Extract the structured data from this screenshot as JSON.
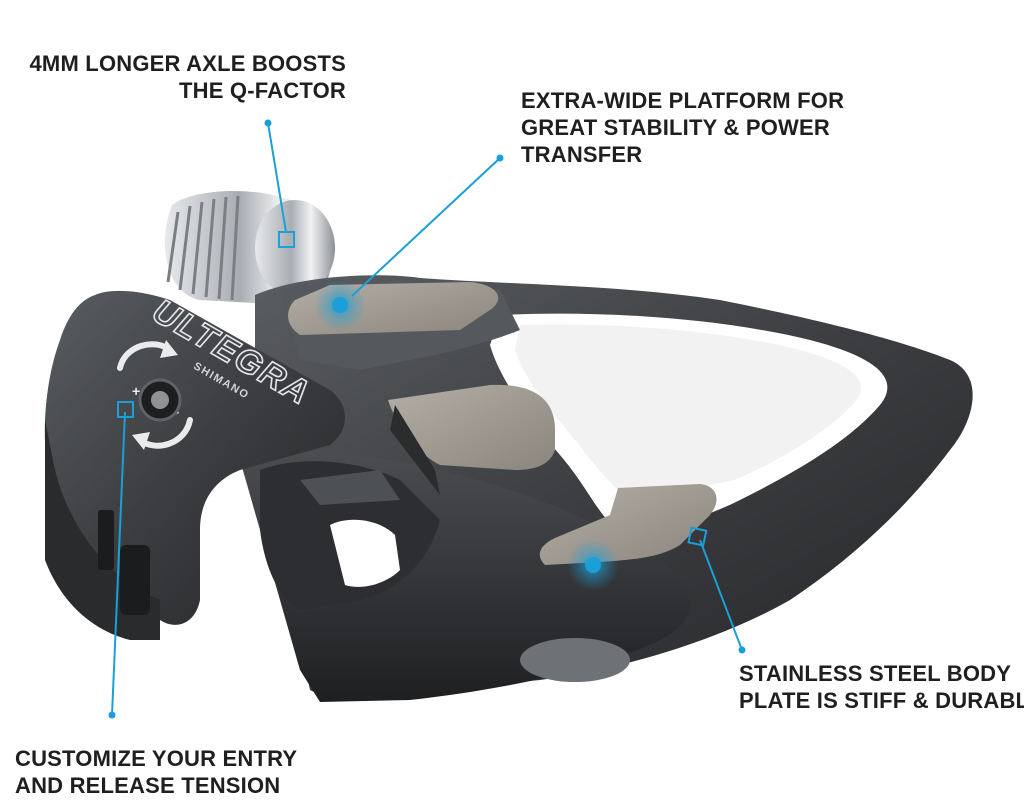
{
  "callouts": {
    "axle": {
      "lines": [
        "4MM LONGER AXLE BOOSTS",
        "THE Q-FACTOR"
      ]
    },
    "platform": {
      "lines": [
        "EXTRA-WIDE PLATFORM FOR",
        "GREAT STABILITY & POWER",
        "TRANSFER"
      ]
    },
    "steel": {
      "lines": [
        "STAINLESS STEEL BODY",
        "PLATE IS STIFF & DURABLE"
      ]
    },
    "tension": {
      "lines": [
        "CUSTOMIZE YOUR ENTRY",
        "AND RELEASE TENSION"
      ]
    }
  },
  "branding": {
    "model": "ULTEGRA",
    "maker": "SHIMANO"
  },
  "colors": {
    "accent": "#1a9fd8",
    "text": "#1f1f1f",
    "pedal_body": "#3a3c3f",
    "steel_plate": "#9a958d",
    "axle": "#c9ccd0"
  }
}
